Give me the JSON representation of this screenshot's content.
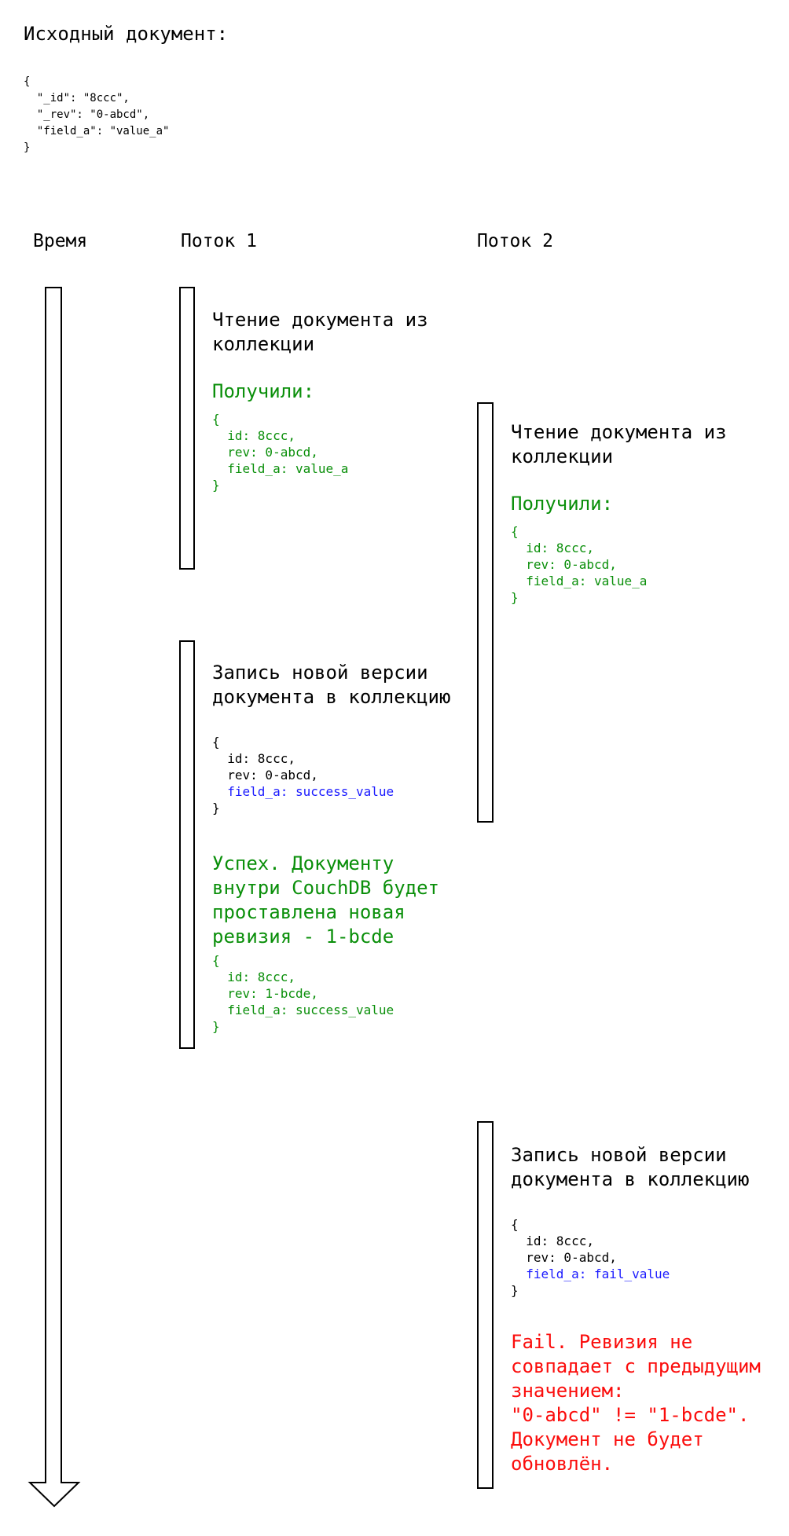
{
  "colors": {
    "text_black": "#000000",
    "success_green": "#0a8f0a",
    "new_value_blue": "#1a1aff",
    "fail_red": "#fb0d0c"
  },
  "header": {
    "title": "Исходный документ:",
    "source_document_json": "{\n  \"_id\": \"8ccc\",\n  \"_rev\": \"0-abcd\",\n  \"field_a\": \"value_a\"\n}"
  },
  "columns": {
    "time": "Время",
    "thread1": "Поток 1",
    "thread2": "Поток 2"
  },
  "thread1": {
    "read": {
      "action": "Чтение документа из\nколлекции",
      "result_label": "Получили:",
      "result_json": "{\n  id: 8ccc,\n  rev: 0-abcd,\n  field_a: value_a\n}"
    },
    "write": {
      "action": "Запись новой версии\nдокумента в коллекцию",
      "json_head": "{\n  id: 8ccc,\n  rev: 0-abcd,\n",
      "json_changed_field": "  field_a: success_value",
      "json_tail": "\n}",
      "outcome": "Успех. Документу\nвнутри CouchDB будет\nпроставлена новая\nревизия - 1-bcde",
      "outcome_json": "{\n  id: 8ccc,\n  rev: 1-bcde,\n  field_a: success_value\n}"
    }
  },
  "thread2": {
    "read": {
      "action": "Чтение документа из\nколлекции",
      "result_label": "Получили:",
      "result_json": "{\n  id: 8ccc,\n  rev: 0-abcd,\n  field_a: value_a\n}"
    },
    "write": {
      "action": "Запись новой версии\nдокумента в коллекцию",
      "json_head": "{\n  id: 8ccc,\n  rev: 0-abcd,\n",
      "json_changed_field": "  field_a: fail_value",
      "json_tail": "\n}",
      "outcome": "Fail. Ревизия не\nсовпадает с предыдущим\nзначением:\n\"0-abcd\" != \"1-bcde\".\nДокумент не будет\nобновлён."
    }
  }
}
